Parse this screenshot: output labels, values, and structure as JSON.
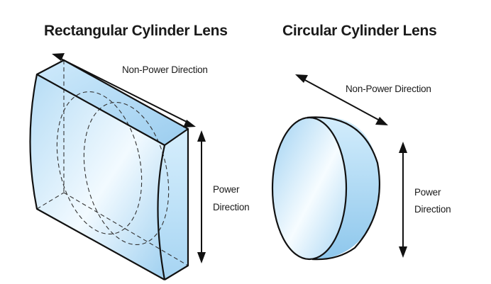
{
  "rect_lens": {
    "title": "Rectangular Cylinder Lens",
    "non_power_label": "Non-Power Direction",
    "power_label_line1": "Power",
    "power_label_line2": "Direction"
  },
  "circ_lens": {
    "title": "Circular Cylinder Lens",
    "non_power_label": "Non-Power Direction",
    "power_label_line1": "Power",
    "power_label_line2": "Direction"
  },
  "colors": {
    "glass_light": "#f4fbff",
    "glass_mid": "#c9e6f8",
    "glass_dark": "#8fc9ee",
    "outline": "#111111"
  }
}
